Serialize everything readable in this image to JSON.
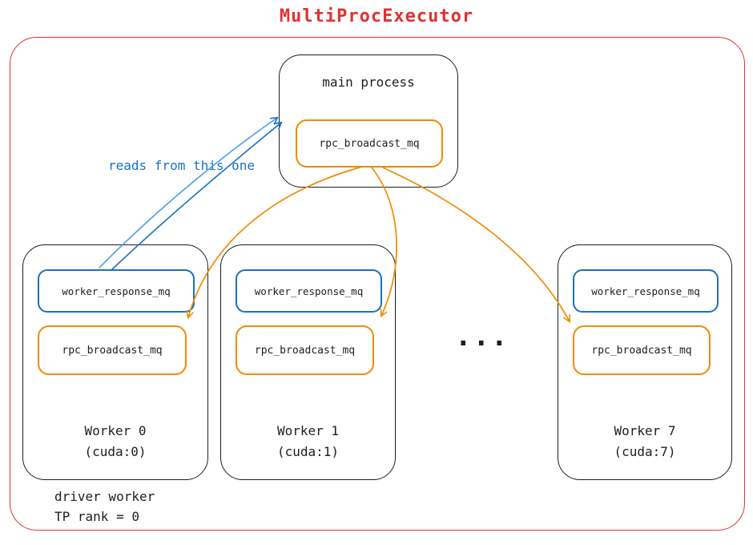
{
  "title": "MultiProcExecutor",
  "main_process": {
    "label": "main process",
    "broadcast_mq": "rpc_broadcast_mq"
  },
  "workers": [
    {
      "title": "Worker 0",
      "subtitle": "(cuda:0)",
      "response_mq": "worker_response_mq",
      "broadcast_mq": "rpc_broadcast_mq"
    },
    {
      "title": "Worker 1",
      "subtitle": "(cuda:1)",
      "response_mq": "worker_response_mq",
      "broadcast_mq": "rpc_broadcast_mq"
    },
    {
      "title": "Worker 7",
      "subtitle": "(cuda:7)",
      "response_mq": "worker_response_mq",
      "broadcast_mq": "rpc_broadcast_mq"
    }
  ],
  "annotations": {
    "reads_note": "reads from this one",
    "ellipsis": "...",
    "driver_note_line1": "driver worker",
    "driver_note_line2": "TP rank = 0"
  },
  "colors": {
    "red": "#e03131",
    "orange": "#f08c00",
    "blue": "#1971c2",
    "ink": "#1e1e1e"
  }
}
